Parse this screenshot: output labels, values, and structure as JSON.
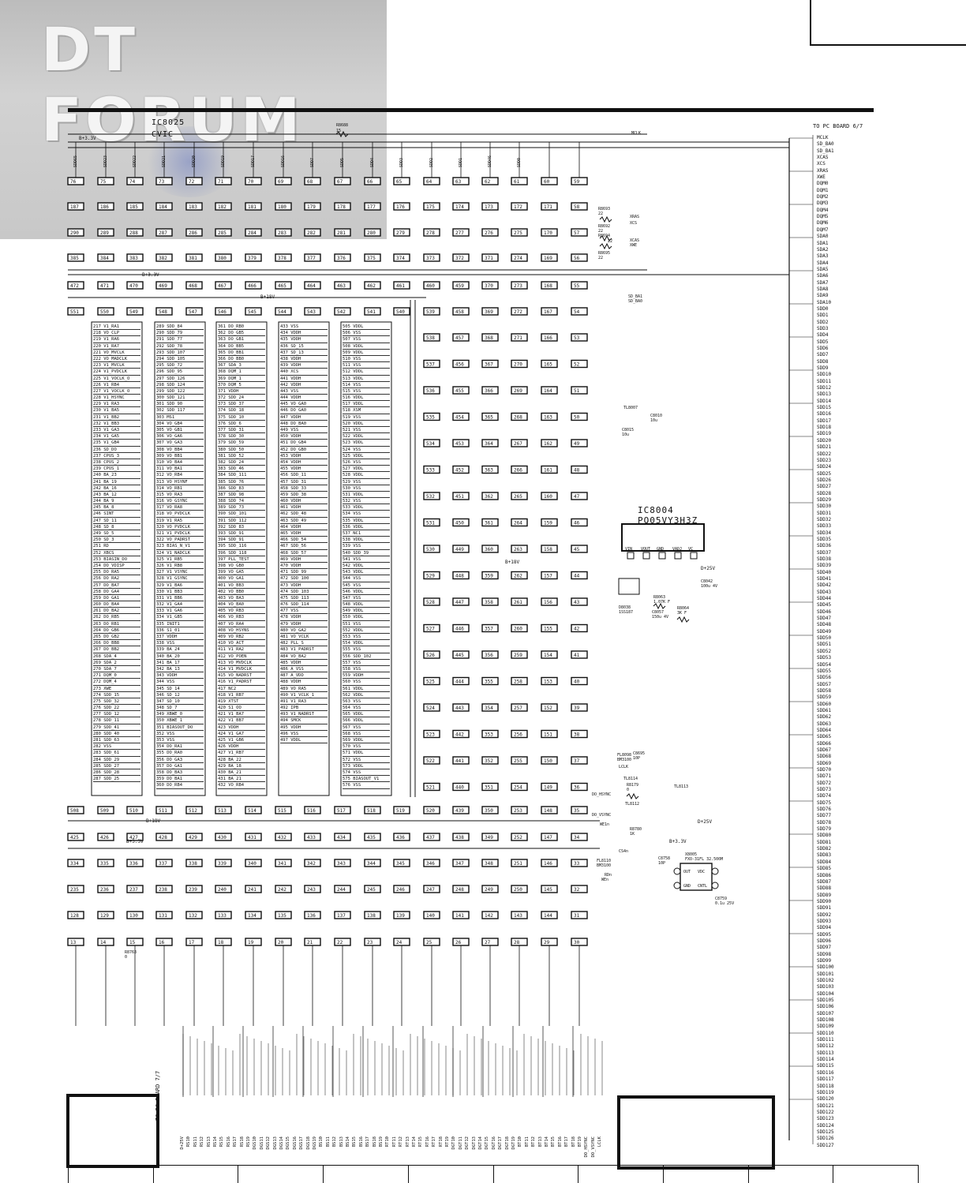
{
  "logo": {
    "text": "DT FORUM"
  },
  "ic_main": {
    "ref": "IC8025",
    "name": "CVIC"
  },
  "ic_reg": {
    "ref": "IC8004",
    "name": "PQ05VY3H3Z",
    "pins": [
      "VIN",
      "VOUT",
      "GND",
      "VADJ",
      "VC"
    ]
  },
  "power_labels": {
    "b33": "B+3.3V",
    "b18": "B+18V",
    "d25": "D+25V"
  },
  "right_connector": {
    "title": "TO PC BOARD 6/7",
    "signals": [
      "MCLK",
      "SD_BA0",
      "SD_BA1",
      "XCAS",
      "XCS",
      "XRAS",
      "XWE",
      "DQM0",
      "DQM1",
      "DQM2",
      "DQM3",
      "DQM4",
      "DQM5",
      "DQM6",
      "DQM7",
      "SDA0",
      "SDA1",
      "SDA2",
      "SDA3",
      "SDA4",
      "SDA5",
      "SDA6",
      "SDA7",
      "SDA8",
      "SDA9",
      "SDA10",
      "SDD0",
      "SDD1",
      "SDD2",
      "SDD3",
      "SDD4",
      "SDD5",
      "SDD6",
      "SDD7",
      "SDD8",
      "SDD9",
      "SDD10",
      "SDD11",
      "SDD12",
      "SDD13",
      "SDD14",
      "SDD15",
      "SDD16",
      "SDD17",
      "SDD18",
      "SDD19",
      "SDD20",
      "SDD21",
      "SDD22",
      "SDD23",
      "SDD24",
      "SDD25",
      "SDD26",
      "SDD27",
      "SDD28",
      "SDD29",
      "SDD30",
      "SDD31",
      "SDD32",
      "SDD33",
      "SDD34",
      "SDD35",
      "SDD36",
      "SDD37",
      "SDD38",
      "SDD39",
      "SDD40",
      "SDD41",
      "SDD42",
      "SDD43",
      "SDD44",
      "SDD45",
      "SDD46",
      "SDD47",
      "SDD48",
      "SDD49",
      "SDD50",
      "SDD51",
      "SDD52",
      "SDD53",
      "SDD54",
      "SDD55",
      "SDD56",
      "SDD57",
      "SDD58",
      "SDD59",
      "SDD60",
      "SDD61",
      "SDD62",
      "SDD63",
      "SDD64",
      "SDD65",
      "SDD66",
      "SDD67",
      "SDD68",
      "SDD69",
      "SDD70",
      "SDD71",
      "SDD72",
      "SDD73",
      "SDD74",
      "SDD75",
      "SDD76",
      "SDD77",
      "SDD78",
      "SDD79",
      "SDD80",
      "SDD81",
      "SDD82",
      "SDD83",
      "SDD84",
      "SDD85",
      "SDD86",
      "SDD87",
      "SDD88",
      "SDD89",
      "SDD90",
      "SDD91",
      "SDD92",
      "SDD93",
      "SDD94",
      "SDD95",
      "SDD96",
      "SDD97",
      "SDD98",
      "SDD99",
      "SDD100",
      "SDD101",
      "SDD102",
      "SDD103",
      "SDD104",
      "SDD105",
      "SDD106",
      "SDD107",
      "SDD108",
      "SDD109",
      "SDD110",
      "SDD111",
      "SDD112",
      "SDD113",
      "SDD114",
      "SDD115",
      "SDD116",
      "SDD117",
      "SDD118",
      "SDD119",
      "SDD120",
      "SDD121",
      "SDD122",
      "SDD123",
      "SDD124",
      "SDD125",
      "SDD126",
      "SDD127"
    ]
  },
  "bottom_connector": {
    "title": "TO PC BOARD 7/7",
    "signals": [
      "D+25V",
      "RS10",
      "RS11",
      "RS12",
      "RS13",
      "RS14",
      "RS15",
      "RS16",
      "RS17",
      "RS18",
      "RS19",
      "DGS10",
      "DGS11",
      "DGS12",
      "DGS13",
      "DGS14",
      "DGS15",
      "DGS16",
      "DGS17",
      "DGS18",
      "DGS19",
      "BS10",
      "BS11",
      "BS12",
      "BS13",
      "BS14",
      "BS15",
      "BS16",
      "BS17",
      "BS18",
      "BS19",
      "RT10",
      "RT11",
      "RT12",
      "RT13",
      "RT14",
      "RT15",
      "RT16",
      "RT17",
      "RT18",
      "RT19",
      "DGT10",
      "DGT11",
      "DGT12",
      "DGT13",
      "DGT14",
      "DGT15",
      "DGT16",
      "DGT17",
      "DGT18",
      "DGT19",
      "BT10",
      "BT11",
      "BT12",
      "BT13",
      "BT14",
      "BT15",
      "BT16",
      "BT17",
      "BT18",
      "BT19",
      "DO_HSYNC",
      "DO_VSYNC",
      "LCLK"
    ]
  },
  "components": {
    "r8688": "R8688",
    "r8688v": "15",
    "r8693": "R8693",
    "r8693v": "22",
    "r8692": "R8692",
    "r8692v": "22",
    "r8694": "R8694",
    "r8694v": "22",
    "r8695": "R8695",
    "r8695v": "22",
    "c8010": "C8010",
    "c8010v": "10u",
    "c8015": "C8015",
    "c8015v": "10u",
    "tl8007": "TL8007",
    "c8042": "C8042",
    "c8042v": "100u 4V",
    "d8038": "D8038",
    "d8038v": "1SS187",
    "r8063": "R8063",
    "r8063v": "1.07K F",
    "r8064": "R8064",
    "r8064v": "3K F",
    "c8057": "C8057",
    "c8057v": "150u 4V",
    "fl8098": "FL8098",
    "fl8098v": "BM3100",
    "c8695": "C8695",
    "c8695v": "10P",
    "tl8114": "TL8114",
    "tl8113": "TL8113",
    "r8179": "R8179",
    "r8179v": "0",
    "tl8112": "TL8112",
    "r8780": "R8780",
    "r8780v": "1K",
    "c8758": "C8758",
    "c8758v": "10P",
    "x8005": "X8005",
    "x8005v": "FXO-31FL 32.500M",
    "c8759": "C8759",
    "c8759v": "0.1u 25V",
    "fl8110": "FL8110",
    "fl8110v": "BM3100",
    "r8763": "R8763",
    "r8763v": "0",
    "xtal_pins": [
      "OUT",
      "VDC",
      "GND",
      "CNTL"
    ]
  },
  "net_labels": [
    "MCLK",
    "XRAS",
    "XCS",
    "XCAS",
    "XWE",
    "SD_BA1",
    "SD_BA0",
    "LCLK",
    "DO_HSYNC",
    "DO_VSYNC",
    "WE1n",
    "CS4n",
    "RDn",
    "WEn"
  ],
  "pin_table": {
    "col1": [
      "217 V1_RA1",
      "218 VO_CLP",
      "219 V1_RA6",
      "220 V1_RA7",
      "221 VO_MVCLK",
      "222 VO_MADCLK",
      "223 V1_MVCLK",
      "224 V1_PVDCLK",
      "225 V1_VOCLK_O",
      "226 V1_RB4",
      "227 V1_VOCLK_O",
      "228 V1_HSYNC",
      "229 V1_RA3",
      "230 V1_BA5",
      "231 V1_BB2",
      "232 V1_BB3",
      "233 V1_GA3",
      "234 V1_GA5",
      "235 V1_GB4",
      "236 SD_DO",
      "237 CPUS_3",
      "238 CPUS_2",
      "239 CPUS_1",
      "240 BA_23",
      "241 BA_19",
      "242 BA_16",
      "243 BA_12",
      "244 BA_9",
      "245 BA_8",
      "246 SINT",
      "247 SD_11",
      "248 SD_8",
      "249 SD_5",
      "250 SD_3",
      "251 RD",
      "252 XBCS",
      "253 BIASIN_DO",
      "254 DO_VDISP",
      "255 DO_RA5",
      "256 DO_RA2",
      "257 DO_BA7",
      "258 DO_GA4",
      "259 DO_GA1",
      "260 DO_BA4",
      "261 DO_BA2",
      "262 DO_RB5",
      "263 DO_RB1",
      "264 DO_GB6",
      "265 DO_GB2",
      "266 DO_BB8",
      "267 DO_BB2",
      "268 SDA_4",
      "269 SDA_2",
      "270 SDA_7",
      "271 DQM_0",
      "272 DQM_4",
      "273 XWE",
      "274 SDD_15",
      "275 SDD_32",
      "276 SDD_22",
      "277 SDD_12",
      "278 SDD_11",
      "279 SDD_41",
      "280 SDD_40",
      "281 SDD_63",
      "282 VSS",
      "283 SDD_61",
      "284 SDD_29",
      "285 SDD_27",
      "286 SDD_28",
      "287 SDD_25"
    ],
    "col2": [
      "289 SDD_84",
      "290 SDD_79",
      "291 SDD_77",
      "292 SDD_78",
      "293 SDD_107",
      "294 SDD_105",
      "295 SDD_72",
      "296 SDD_95",
      "297 SDD_126",
      "298 SDD_124",
      "299 SDD_122",
      "300 SDD_121",
      "301 SDD_90",
      "302 SDD_117",
      "303 MS1",
      "304 VO_GB4",
      "305 VO_GB1",
      "306 VO_GA6",
      "307 VO_GA3",
      "308 VO_BB4",
      "309 VO_BB1",
      "310 VO_BA4",
      "311 VO_BA1",
      "312 VO_RB4",
      "313 VO_HSYNF",
      "314 VO_RB1",
      "315 VO_RA3",
      "316 VO_GSYNC",
      "317 VO_RA8",
      "318 VO_PVDCLK",
      "319 V1_RA5",
      "320 VO_PVDCLK",
      "321 V1_PVDCLK",
      "322 VO_PADRST",
      "323 BIAS_N_V1",
      "324 V1_NADCLK",
      "325 V1_RB5",
      "326 V1_RB8",
      "327 V1_VSYNC",
      "328 V1_GSYNC",
      "329 V1_BA6",
      "330 V1_BB3",
      "331 V1_BB6",
      "332 V1_GA4",
      "333 V1_GA6",
      "334 V1_GB5",
      "335 INIT1",
      "336 S1_01",
      "337 VDDH",
      "338 VSS",
      "339 BA_24",
      "340 BA_20",
      "341 BA_17",
      "342 BA_13",
      "343 VDDH",
      "344 VSS",
      "345 SD_14",
      "346 SD_12",
      "347 SD_10",
      "348 SD_7",
      "349 XBWE_0",
      "350 XBWE_1",
      "351 BIASOUT_DO",
      "352 VSS",
      "353 VSS",
      "354 DO_RA1",
      "355 DO_RA0",
      "356 DO_GA3",
      "357 DO_GA1",
      "358 DO_BA3",
      "359 DO_BA1",
      "360 DO_RB4"
    ],
    "col3": [
      "361 DO_RB0",
      "362 DO_GB5",
      "363 DO_GB1",
      "364 DO_BB5",
      "365 DO_BB1",
      "366 DO_BB0",
      "367 SDA_3",
      "368 DQM_1",
      "369 DQM_1",
      "370 DQM_5",
      "371 VDDH",
      "372 SDD_24",
      "373 SDD_37",
      "374 SDD_18",
      "375 SDD_10",
      "376 SDD_6",
      "377 SDD_31",
      "378 SDD_30",
      "379 SDD_59",
      "380 SDD_50",
      "381 SDD_52",
      "382 SDD_24",
      "383 SDD_46",
      "384 SDD_111",
      "385 SDD_76",
      "386 SDD_83",
      "387 SDD_98",
      "388 SDD_74",
      "389 SDD_73",
      "390 SDD_101",
      "391 SDD_112",
      "392 SDD_83",
      "393 SDD_91",
      "394 SDD_91",
      "395 SDD_116",
      "396 SDD_118",
      "397 PLL_TEST",
      "398 VO_GB0",
      "399 VO_GA5",
      "400 VO_GA1",
      "401 VO_BB3",
      "402 VO_BB0",
      "403 VO_BA3",
      "404 VO_BA0",
      "405 VO_RB3",
      "406 VO_RB3",
      "407 VO_RA4",
      "408 VO_HSYNS",
      "409 VO_RB2",
      "410 VO_ACT",
      "411 V1_RA2",
      "412 VO_POEN",
      "413 VO_MVDCLK",
      "414 V1_MVDCLK",
      "415 VO_NADRST",
      "416 V1_PADRST",
      "417 NC2",
      "418 V1_RB7",
      "419 XTST",
      "420 S1_OO",
      "421 V1_BA7",
      "422 V1_BB7",
      "423 VDDH",
      "424 V1_GA7",
      "425 V1_GB6",
      "426 VDDH",
      "427 V1_RB7",
      "428 BA_22",
      "429 BA_18",
      "430 BA_21",
      "431 BA_21",
      "432 VO_RB4"
    ],
    "col4": [
      "433 VSS",
      "434 VDDH",
      "435 VDDH",
      "436 SD_15",
      "437 SD_13",
      "438 VDDH",
      "439 VDDH",
      "440 XCS",
      "441 VDDH",
      "442 VDDH",
      "443 VSS",
      "444 VDDH",
      "445 VO_GA0",
      "446 DO_GA0",
      "447 VDDH",
      "448 DO_BA0",
      "449 VSS",
      "450 VDDH",
      "451 DO_GB4",
      "452 DO_GB0",
      "453 VDDH",
      "454 VDDH",
      "455 VDDH",
      "456 SDD_11",
      "457 SDD_31",
      "458 SDD_33",
      "459 SDD_38",
      "460 VDDH",
      "461 VDDH",
      "462 SDD_48",
      "463 SDD_49",
      "464 VDDH",
      "465 VDDH",
      "466 SDD_54",
      "467 SDD_56",
      "468 SDD_57",
      "469 VDDH",
      "470 VDDH",
      "471 SDD_99",
      "472 SDD_100",
      "473 VDDH",
      "474 SDD_103",
      "475 SDD_113",
      "476 SDD_114",
      "477 VSS",
      "478 VDDH",
      "479 VDDH",
      "480 VO_GA2",
      "481 VO_VCLK",
      "482 PLL_S",
      "483 V1_PADRST",
      "484 VO_BA2",
      "485 VDDH",
      "486 A_VSS",
      "487 A_VDD",
      "488 VDDH",
      "489 VO_RA5",
      "490 V1_VCLK_1",
      "491 V1_RA3",
      "492 IPB",
      "493 V1_NADRST",
      "494 SMCK",
      "495 VDDH",
      "496 VSS",
      "497 VDDL"
    ],
    "col5": [
      "505 VDDL",
      "506 VSS",
      "507 VSS",
      "508 VDDL",
      "509 VDDL",
      "510 VSS",
      "511 VSS",
      "512 VDDL",
      "513 VDDL",
      "514 VSS",
      "515 VSS",
      "516 VDDL",
      "517 VDDL",
      "518 XSM",
      "519 VSS",
      "520 VDDL",
      "521 VSS",
      "522 VDDL",
      "523 VDDL",
      "524 VSS",
      "525 VDDL",
      "526 VSS",
      "527 VDDL",
      "528 VDDL",
      "529 VSS",
      "530 VSS",
      "531 VDDL",
      "532 VSS",
      "533 VDDL",
      "534 VSS",
      "535 VDDL",
      "536 VDDL",
      "537 NC1",
      "538 VDDL",
      "539 VSS",
      "540 SDD_39",
      "541 VSS",
      "542 VDDL",
      "543 VDDL",
      "544 VSS",
      "545 VSS",
      "546 VDDL",
      "547 VSS",
      "548 VDDL",
      "549 VDDL",
      "550 VDDL",
      "551 VSS",
      "552 VDDL",
      "553 VSS",
      "554 VDDL",
      "555 VSS",
      "556 SDD_102",
      "557 VSS",
      "558 VSS",
      "559 VDDH",
      "560 VSS",
      "561 VDDL",
      "562 VDDL",
      "563 VSS",
      "564 VSS",
      "565 VDDL",
      "566 VDDL",
      "567 VSS",
      "568 VSS",
      "569 VDDL",
      "570 VSS",
      "571 VDDL",
      "572 VSS",
      "573 VDDL",
      "574 VSS",
      "575 BIASOUT_V1",
      "576 VSS"
    ]
  },
  "rows": {
    "r1": [
      "76",
      "75",
      "74",
      "73",
      "72",
      "71",
      "70",
      "69",
      "68",
      "67",
      "66",
      "65",
      "64",
      "63",
      "62",
      "61",
      "60",
      "59"
    ],
    "r2": [
      "187",
      "186",
      "185",
      "184",
      "183",
      "182",
      "181",
      "180",
      "179",
      "178",
      "177",
      "176",
      "175",
      "174",
      "173",
      "172",
      "171",
      "58"
    ],
    "r3": [
      "290",
      "289",
      "288",
      "287",
      "286",
      "285",
      "284",
      "283",
      "282",
      "281",
      "280",
      "279",
      "278",
      "277",
      "276",
      "275",
      "170",
      "57"
    ],
    "r4": [
      "385",
      "384",
      "383",
      "382",
      "381",
      "380",
      "379",
      "378",
      "377",
      "376",
      "375",
      "374",
      "373",
      "372",
      "371",
      "274",
      "169",
      "56"
    ],
    "r5": [
      "472",
      "471",
      "470",
      "469",
      "468",
      "467",
      "466",
      "465",
      "464",
      "463",
      "462",
      "461",
      "460",
      "459",
      "370",
      "273",
      "168",
      "55"
    ],
    "r6": [
      "551",
      "550",
      "549",
      "548",
      "547",
      "546",
      "545",
      "544",
      "543",
      "542",
      "541",
      "540",
      "539",
      "458",
      "369",
      "272",
      "167",
      "54"
    ],
    "r7": [
      "508",
      "509",
      "510",
      "511",
      "512",
      "513",
      "514",
      "515",
      "516",
      "517",
      "518",
      "519",
      "520",
      "439",
      "350",
      "253",
      "148",
      "35"
    ],
    "r8": [
      "425",
      "426",
      "427",
      "428",
      "429",
      "430",
      "431",
      "432",
      "433",
      "434",
      "435",
      "436",
      "437",
      "438",
      "349",
      "252",
      "147",
      "34"
    ],
    "r9": [
      "334",
      "335",
      "336",
      "337",
      "338",
      "339",
      "340",
      "341",
      "342",
      "343",
      "344",
      "345",
      "346",
      "347",
      "348",
      "251",
      "146",
      "33"
    ],
    "r10": [
      "235",
      "236",
      "237",
      "238",
      "239",
      "240",
      "241",
      "242",
      "243",
      "244",
      "245",
      "246",
      "247",
      "248",
      "249",
      "250",
      "145",
      "32"
    ],
    "r11": [
      "128",
      "129",
      "130",
      "131",
      "132",
      "133",
      "134",
      "135",
      "136",
      "137",
      "138",
      "139",
      "140",
      "141",
      "142",
      "143",
      "144",
      "31"
    ],
    "r12": [
      "13",
      "14",
      "15",
      "16",
      "17",
      "18",
      "19",
      "20",
      "21",
      "22",
      "23",
      "24",
      "25",
      "26",
      "27",
      "28",
      "29",
      "30"
    ]
  },
  "right_cols": {
    "c1": [
      "538",
      "537",
      "536",
      "535",
      "534",
      "533",
      "532",
      "531",
      "530",
      "529",
      "528",
      "527",
      "526",
      "525",
      "524",
      "523",
      "522",
      "521"
    ],
    "c2": [
      "457",
      "456",
      "455",
      "454",
      "453",
      "452",
      "451",
      "450",
      "449",
      "448",
      "447",
      "446",
      "445",
      "444",
      "443",
      "442",
      "441",
      "440"
    ],
    "c3": [
      "368",
      "367",
      "366",
      "365",
      "364",
      "363",
      "362",
      "361",
      "360",
      "359",
      "358",
      "357",
      "356",
      "355",
      "354",
      "353",
      "352",
      "351"
    ],
    "c4": [
      "271",
      "270",
      "269",
      "268",
      "267",
      "266",
      "265",
      "264",
      "263",
      "262",
      "261",
      "260",
      "259",
      "258",
      "257",
      "256",
      "255",
      "254"
    ],
    "c5": [
      "166",
      "165",
      "164",
      "163",
      "162",
      "161",
      "160",
      "159",
      "158",
      "157",
      "156",
      "155",
      "154",
      "153",
      "152",
      "151",
      "150",
      "149"
    ],
    "c6": [
      "53",
      "52",
      "51",
      "50",
      "49",
      "48",
      "47",
      "46",
      "45",
      "44",
      "43",
      "42",
      "41",
      "40",
      "39",
      "38",
      "37",
      "36"
    ]
  },
  "pad_labels_top": [
    "SDD65",
    "SDD23",
    "SDD22",
    "SDD21",
    "SDD20",
    "SDD19",
    "SDD17",
    "SDD16",
    "SDD7",
    "SDD5",
    "SDD4",
    "SDD3",
    "SDD2",
    "SDD1",
    "SDD46",
    "SDD0"
  ]
}
